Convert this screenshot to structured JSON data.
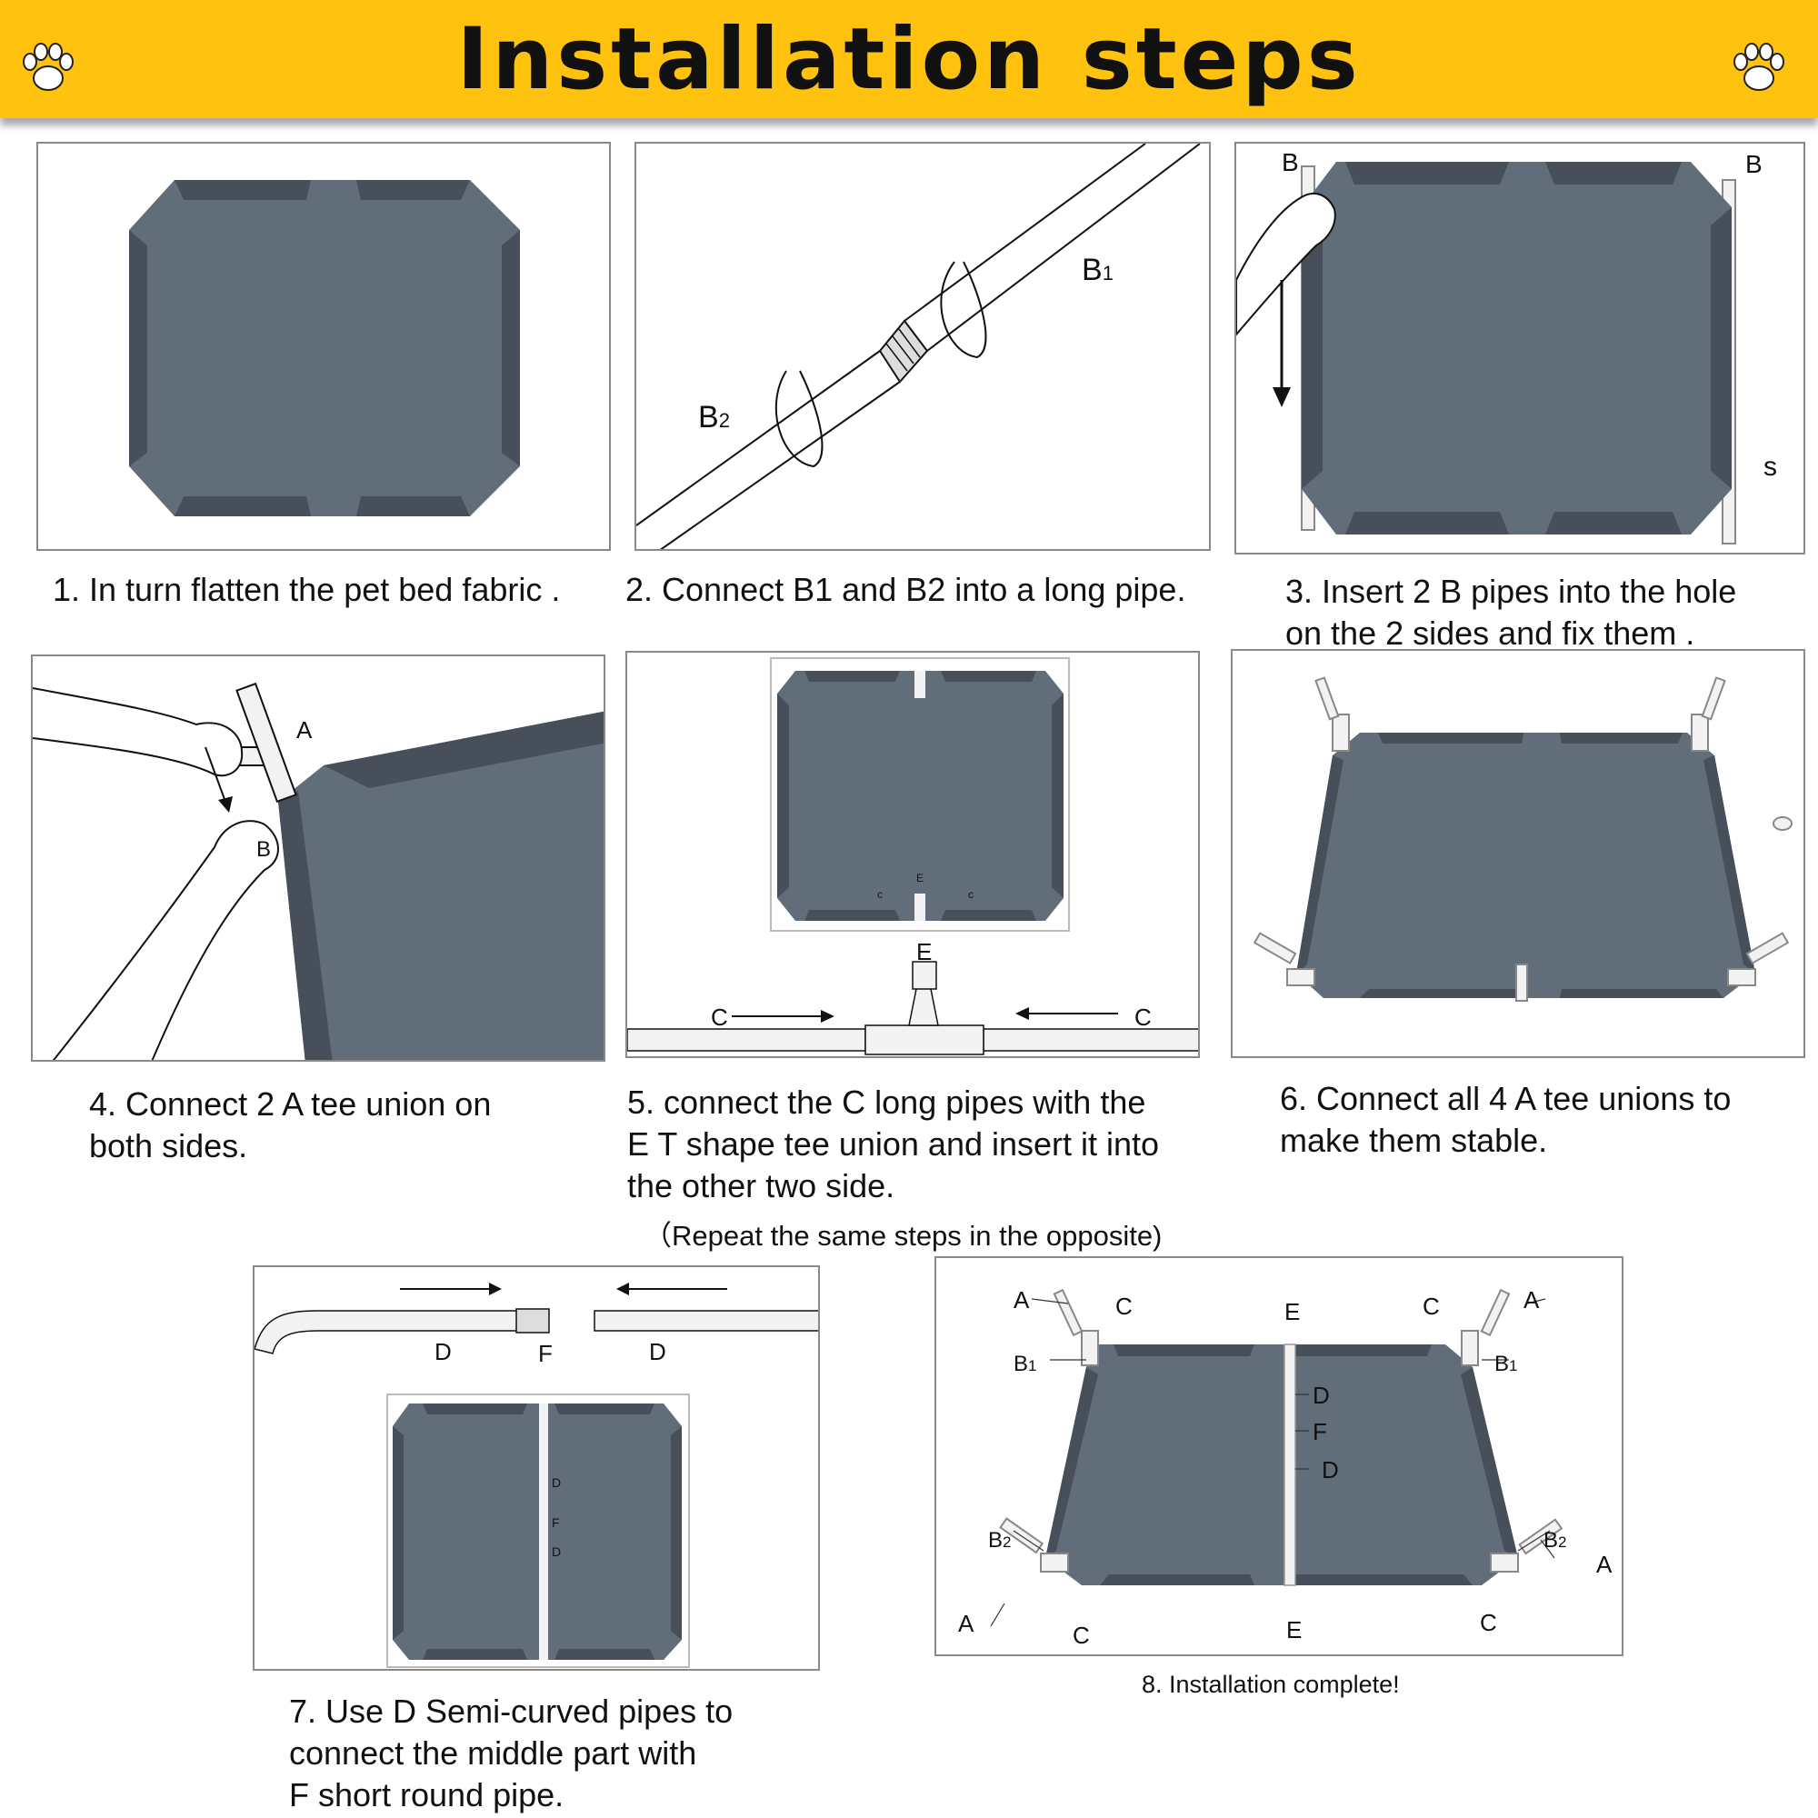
{
  "header": {
    "title": "Installation steps",
    "background": "#ffc20e"
  },
  "colors": {
    "fabric": "#626d7a",
    "fabric_border": "#474f5a",
    "pipe": "#f2f2f2"
  },
  "icons": [
    "paw-icon",
    "paw-icon",
    "arrow-icon",
    "hand-icon"
  ],
  "steps": [
    {
      "number": 1,
      "caption": "1.  In turn flatten the pet bed fabric ."
    },
    {
      "number": 2,
      "caption": "2. Connect B1 and B2 into a long pipe.",
      "labels": {
        "b1": "B",
        "b1_sub": "1",
        "b2": "B",
        "b2_sub": "2"
      }
    },
    {
      "number": 3,
      "caption": "3. Insert 2 B pipes into the hole\non the 2 sides and fix them .",
      "labels": {
        "b_left": "B",
        "b_right": "B",
        "s": "s"
      }
    },
    {
      "number": 4,
      "caption": "4. Connect 2 A tee union on\nboth sides.",
      "labels": {
        "a": "A",
        "b": "B"
      }
    },
    {
      "number": 5,
      "caption": "5. connect the C long pipes with the\nE T shape tee union and insert it into\nthe other two side.",
      "note": "（Repeat the same steps in the opposite)",
      "labels": {
        "e_small": "E",
        "c_small_left": "c",
        "c_small_right": "c",
        "e": "E",
        "c_left": "C",
        "c_right": "C"
      }
    },
    {
      "number": 6,
      "caption": "6. Connect all 4 A tee unions to\nmake them stable."
    },
    {
      "number": 7,
      "caption": "7. Use D Semi-curved pipes to\nconnect the middle part with\nF short round pipe.",
      "labels": {
        "d_left": "D",
        "f": "F",
        "d_right": "D",
        "d_small_top": "D",
        "f_small": "F",
        "d_small_bottom": "D"
      }
    },
    {
      "number": 8,
      "caption": "8. Installation complete!",
      "labels": {
        "a_tl": "A",
        "c_tl": "C",
        "e_top": "E",
        "c_tr": "C",
        "a_tr": "A",
        "b1_left": "B",
        "b1_right": "B",
        "sub1": "1",
        "d_top": "D",
        "f": "F",
        "d_bottom": "D",
        "b2_left": "B",
        "b2_right": "B",
        "sub2": "2",
        "a_right": "A",
        "a_bl": "A",
        "c_bl": "C",
        "e_bottom": "E",
        "c_br": "C"
      }
    }
  ]
}
